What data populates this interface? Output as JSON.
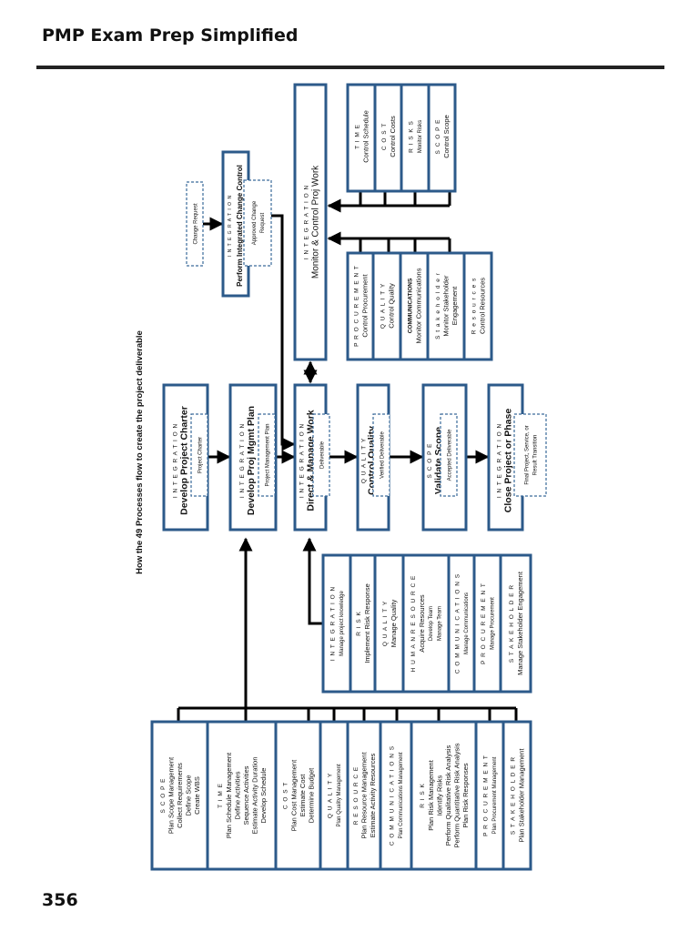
{
  "header": {
    "title": "PMP Exam Prep Simplified",
    "page_number": "356"
  },
  "colors": {
    "box_border": "#2c5a8a",
    "line": "#000000",
    "rule": "#222222"
  },
  "diagram": {
    "heading": "How the 49 Processes flow to create the project deliverable",
    "planning": [
      {
        "id": "p-scope",
        "lines": [
          {
            "t": "S C O P E",
            "s": "h"
          },
          {
            "t": "Plan Scope Management",
            "s": "n"
          },
          {
            "t": "Collect Requirements",
            "s": "n"
          },
          {
            "t": "Define Scope",
            "s": "n"
          },
          {
            "t": "Create WBS",
            "s": "n"
          }
        ]
      },
      {
        "id": "p-time",
        "lines": [
          {
            "t": "T I M E",
            "s": "h"
          },
          {
            "t": "Plan Schedule Management",
            "s": "n"
          },
          {
            "t": "Define Activities",
            "s": "n"
          },
          {
            "t": "Sequence Activities",
            "s": "n"
          },
          {
            "t": "Estimate Activity Duration",
            "s": "n"
          },
          {
            "t": "Develop Schedule",
            "s": "n"
          }
        ]
      },
      {
        "id": "p-cost",
        "lines": [
          {
            "t": "C O S T",
            "s": "h"
          },
          {
            "t": "Plan Cost Management",
            "s": "n"
          },
          {
            "t": "Estimate Cost",
            "s": "n"
          },
          {
            "t": "Determine Budget",
            "s": "n"
          }
        ]
      },
      {
        "id": "p-quality",
        "lines": [
          {
            "t": "Q U A L I T Y",
            "s": "h"
          },
          {
            "t": "Plan Quality Management",
            "s": "s"
          }
        ]
      },
      {
        "id": "p-resource",
        "lines": [
          {
            "t": "R E S O U R C E",
            "s": "h"
          },
          {
            "t": "Plan Resource Management",
            "s": "n"
          },
          {
            "t": "Estimate Activity Resources",
            "s": "n"
          }
        ]
      },
      {
        "id": "p-communications",
        "lines": [
          {
            "t": "C O M M U N I C A T I O N S",
            "s": "h"
          },
          {
            "t": "Plan Communications Management",
            "s": "s"
          }
        ]
      },
      {
        "id": "p-risk",
        "lines": [
          {
            "t": "R I S K",
            "s": "h"
          },
          {
            "t": "Plan Risk Management",
            "s": "n"
          },
          {
            "t": "Identify Risks",
            "s": "n"
          },
          {
            "t": "Perform Qualitative Risk Analysis",
            "s": "n"
          },
          {
            "t": "Perform Quantitative Risk Analysis",
            "s": "n"
          },
          {
            "t": "Plan Risk Responses",
            "s": "n"
          }
        ]
      },
      {
        "id": "p-procurement",
        "lines": [
          {
            "t": "P R O C U R E M E N T",
            "s": "h"
          },
          {
            "t": "Plan Procurement Management",
            "s": "s"
          }
        ]
      },
      {
        "id": "p-stakeholder",
        "lines": [
          {
            "t": "S T A K E H O L D E R",
            "s": "h"
          },
          {
            "t": "Plan Stakeholder Management",
            "s": "n"
          }
        ]
      }
    ],
    "executing": [
      {
        "id": "e-integration",
        "lines": [
          {
            "t": "I N T E G R A T I O N",
            "s": "h"
          },
          {
            "t": "Manage project knowledge",
            "s": "s"
          }
        ]
      },
      {
        "id": "e-risk",
        "lines": [
          {
            "t": "R I S K",
            "s": "h"
          },
          {
            "t": "Implement Risk Response",
            "s": "n"
          }
        ]
      },
      {
        "id": "e-quality",
        "lines": [
          {
            "t": "Q U A L I T Y",
            "s": "h"
          },
          {
            "t": "Manage Quality",
            "s": "n"
          }
        ]
      },
      {
        "id": "e-hr",
        "lines": [
          {
            "t": "H U M A N  R E S O U R C E",
            "s": "h"
          },
          {
            "t": "Acquire Resources",
            "s": "n"
          },
          {
            "t": "Develop Team",
            "s": "s"
          },
          {
            "t": "Manage Team",
            "s": "s"
          }
        ]
      },
      {
        "id": "e-communications",
        "lines": [
          {
            "t": "C O M M U N I C A T I O N S",
            "s": "h"
          },
          {
            "t": "Manage Communications",
            "s": "s"
          }
        ]
      },
      {
        "id": "e-procurement",
        "lines": [
          {
            "t": "P R O C U R E M E N T",
            "s": "h"
          },
          {
            "t": "Manage Procurement",
            "s": "s"
          }
        ]
      },
      {
        "id": "e-stakeholder",
        "lines": [
          {
            "t": "S T A K E H O L D E R",
            "s": "h"
          },
          {
            "t": "Manage Stakeholder Engagement",
            "s": "n"
          }
        ]
      }
    ],
    "flow": [
      {
        "id": "f-charter",
        "lines": [
          {
            "t": "I N T E G R A T I O N",
            "s": "h"
          },
          {
            "t": "Develop Project Charter",
            "s": "b"
          }
        ],
        "output": [
          "Project Charter"
        ]
      },
      {
        "id": "f-pmp",
        "lines": [
          {
            "t": "I N T E G R A T I O N",
            "s": "h"
          },
          {
            "t": "Develop Proj Mgmt Plan",
            "s": "b"
          }
        ],
        "output": [
          "Project Management Plan"
        ]
      },
      {
        "id": "f-direct",
        "lines": [
          {
            "t": "I N T E G R A T I O N",
            "s": "h"
          },
          {
            "t": "Direct & Manage Work",
            "s": "b"
          }
        ],
        "output": [
          "Deliverable"
        ]
      },
      {
        "id": "f-cq",
        "lines": [
          {
            "t": "Q U A L I T Y",
            "s": "h"
          },
          {
            "t": "Control Quality",
            "s": "b"
          }
        ],
        "output": [
          "Verified Deliverable"
        ]
      },
      {
        "id": "f-vs",
        "lines": [
          {
            "t": "S C O P E",
            "s": "h"
          },
          {
            "t": "Validate Scope",
            "s": "b"
          }
        ],
        "output": [
          "Accepted Deliverable"
        ]
      },
      {
        "id": "f-close",
        "lines": [
          {
            "t": "I N T E G R A T I O N",
            "s": "h"
          },
          {
            "t": "Close Project or Phase",
            "s": "b"
          }
        ],
        "output": [
          "Final Project, Service, or",
          "Result Transition"
        ]
      }
    ],
    "monitor": {
      "id": "m-main",
      "lines": [
        {
          "t": "I N T E G R A T I O N",
          "s": "h"
        },
        {
          "t": "Monitor & Control Proj Work",
          "s": "t"
        }
      ]
    },
    "monitoring_top": [
      {
        "id": "mt-time",
        "lines": [
          {
            "t": "T I M E",
            "s": "h"
          },
          {
            "t": "Control Schedule",
            "s": "n"
          }
        ]
      },
      {
        "id": "mt-cost",
        "lines": [
          {
            "t": "C O S T",
            "s": "h"
          },
          {
            "t": "Control Costs",
            "s": "n"
          }
        ]
      },
      {
        "id": "mt-risks",
        "lines": [
          {
            "t": "R I S K S",
            "s": "h"
          },
          {
            "t": "Monitor Risks",
            "s": "s"
          }
        ]
      },
      {
        "id": "mt-scope",
        "lines": [
          {
            "t": "S C O P E",
            "s": "h"
          },
          {
            "t": "Control Scope",
            "s": "n"
          }
        ]
      }
    ],
    "monitoring_bottom": [
      {
        "id": "mb-procurement",
        "lines": [
          {
            "t": "P R O C U R E M E N T",
            "s": "h"
          },
          {
            "t": "Control Procurement",
            "s": "n"
          }
        ]
      },
      {
        "id": "mb-quality",
        "lines": [
          {
            "t": "Q U A L I T Y",
            "s": "h"
          },
          {
            "t": "Control Quality",
            "s": "n"
          }
        ]
      },
      {
        "id": "mb-communications",
        "lines": [
          {
            "t": "COMMUNICATIONS",
            "s": "hb"
          },
          {
            "t": "Monitor Communications",
            "s": "n"
          }
        ]
      },
      {
        "id": "mb-stakeholder",
        "lines": [
          {
            "t": "S t a k e h o l d e r",
            "s": "h"
          },
          {
            "t": "Monitor Stakeholder",
            "s": "n"
          },
          {
            "t": "Engagement",
            "s": "n"
          }
        ]
      },
      {
        "id": "mb-resources",
        "lines": [
          {
            "t": "R e s o u r c e s",
            "s": "h"
          },
          {
            "t": "Control Resources",
            "s": "n"
          }
        ]
      }
    ],
    "change_control": {
      "id": "c-icc",
      "lines": [
        {
          "t": "I N T E G R A T I O N",
          "s": "h2"
        },
        {
          "t": "Perform Integrated Change Control",
          "s": "b2"
        }
      ],
      "output": [
        "Approved Change",
        "Request"
      ],
      "input": "Change Request"
    }
  }
}
